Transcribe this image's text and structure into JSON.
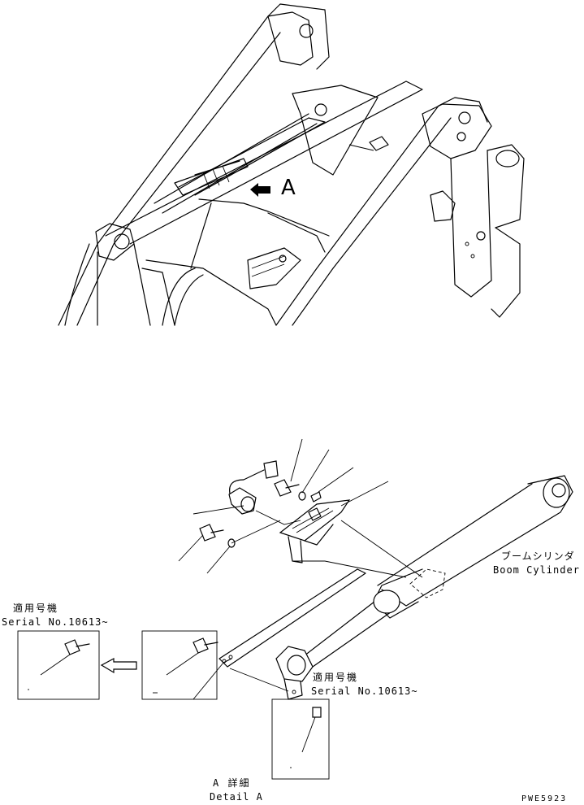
{
  "top_view": {
    "arrow_label": "A"
  },
  "boom_cylinder": {
    "label_ja": "ブームシリンダ",
    "label_en": "Boom Cylinder"
  },
  "serial_left": {
    "applicable_ja": "適用号機",
    "serial_en": "Serial No.10613~"
  },
  "serial_center": {
    "applicable_ja": "適用号機",
    "serial_en": "Serial No.10613~"
  },
  "detail": {
    "label_ja": "A 詳細",
    "label_en": "Detail A"
  },
  "drawing_code": "PWE5923",
  "icons": [
    "arrow-left-icon",
    "arrow-view-icon"
  ]
}
